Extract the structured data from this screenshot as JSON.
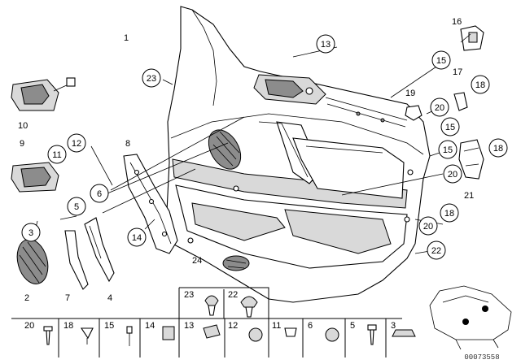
{
  "callouts": {
    "c1": "1",
    "c2": "2",
    "c3": "3",
    "c4": "4",
    "c5": "5",
    "c6": "6",
    "c7": "7",
    "c8": "8",
    "c9": "9",
    "c10": "10",
    "c11": "11",
    "c12": "12",
    "c13": "13",
    "c14": "14",
    "c15a": "15",
    "c15b": "15",
    "c15c": "15",
    "c16": "16",
    "c17": "17",
    "c18a": "18",
    "c18b": "18",
    "c18c": "18",
    "c19": "19",
    "c20a": "20",
    "c20b": "20",
    "c20c": "20",
    "c21": "21",
    "c22": "22",
    "c23": "23",
    "c24": "24"
  },
  "hardware_table": {
    "top_row": [
      "23",
      "22"
    ],
    "bottom_row": [
      "20",
      "18",
      "15",
      "14",
      "13",
      "12",
      "11",
      "6",
      "5",
      "3"
    ]
  },
  "drawing_code": "00073558"
}
